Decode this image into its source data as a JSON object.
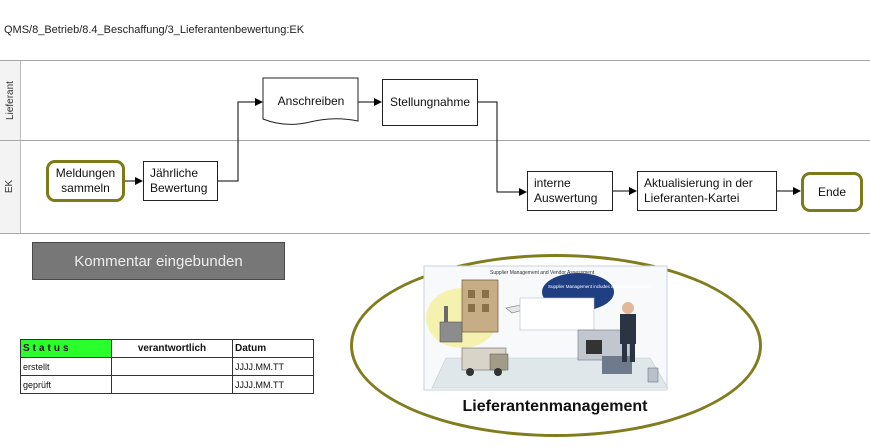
{
  "breadcrumb": "QMS/8_Betrieb/8.4_Beschaffung/3_Lieferantenbewertung:EK",
  "lanes": [
    "Lieferant",
    "EK"
  ],
  "nodes": {
    "meldungen": "Meldungen sammeln",
    "jaehrliche": "Jährliche Bewertung",
    "anschreiben": "Anschreiben",
    "stellungnahme": "Stellungnahme",
    "interne": "interne Auswertung",
    "aktualisierung": "Aktualisierung in der Lieferanten-Kartei",
    "ende": "Ende"
  },
  "comment_button": "Kommentar eingebunden",
  "status_table": {
    "headers": [
      "Status",
      "verantwortlich",
      "Datum"
    ],
    "rows": [
      [
        "erstellt",
        "",
        "JJJJ.MM.TT"
      ],
      [
        "geprüft",
        "",
        "JJJJ.MM.TT"
      ]
    ]
  },
  "illustration": {
    "title": "Lieferantenmanagement",
    "header_text": "Supplier Management and Vendor Assessment",
    "bubble_text": "Supplier Management includes all external providers."
  },
  "colors": {
    "event_border": "#7d7a1a",
    "status_header": "#2bff2b",
    "comment_bg": "#777777"
  }
}
